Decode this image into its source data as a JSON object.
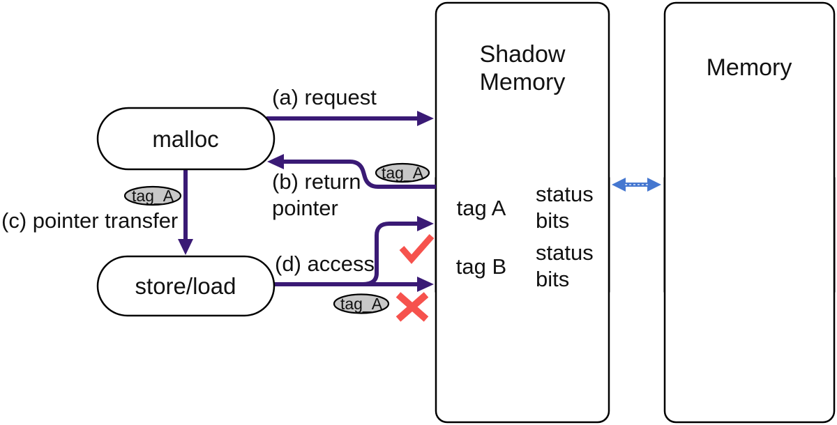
{
  "colors": {
    "arrow_purple": "#3a1a75",
    "mark_red": "#f6524d",
    "sync_blue": "#4577d0",
    "sync_blue_light": "#b8cdf0",
    "tag_gray": "#c8c8c8",
    "row_yellow": "#fafab9"
  },
  "nodes": {
    "malloc": "malloc",
    "store_load": "store/load"
  },
  "edges": {
    "request": "(a) request",
    "return_line1": "(b) return",
    "return_line2": "pointer",
    "pointer_transfer": "(c) pointer transfer",
    "access": "(d) access"
  },
  "pills": {
    "return_tag": "tag_A",
    "transfer_tag": "tag_A",
    "access_tag": "tag_A"
  },
  "shadow_memory": {
    "title_line1": "Shadow",
    "title_line2": "Memory",
    "rows": [
      {
        "tag": "tag A",
        "status_line1": "status",
        "status_line2": "bits"
      },
      {
        "tag": "tag B",
        "status_line1": "status",
        "status_line2": "bits"
      }
    ]
  },
  "memory": {
    "title": "Memory"
  }
}
